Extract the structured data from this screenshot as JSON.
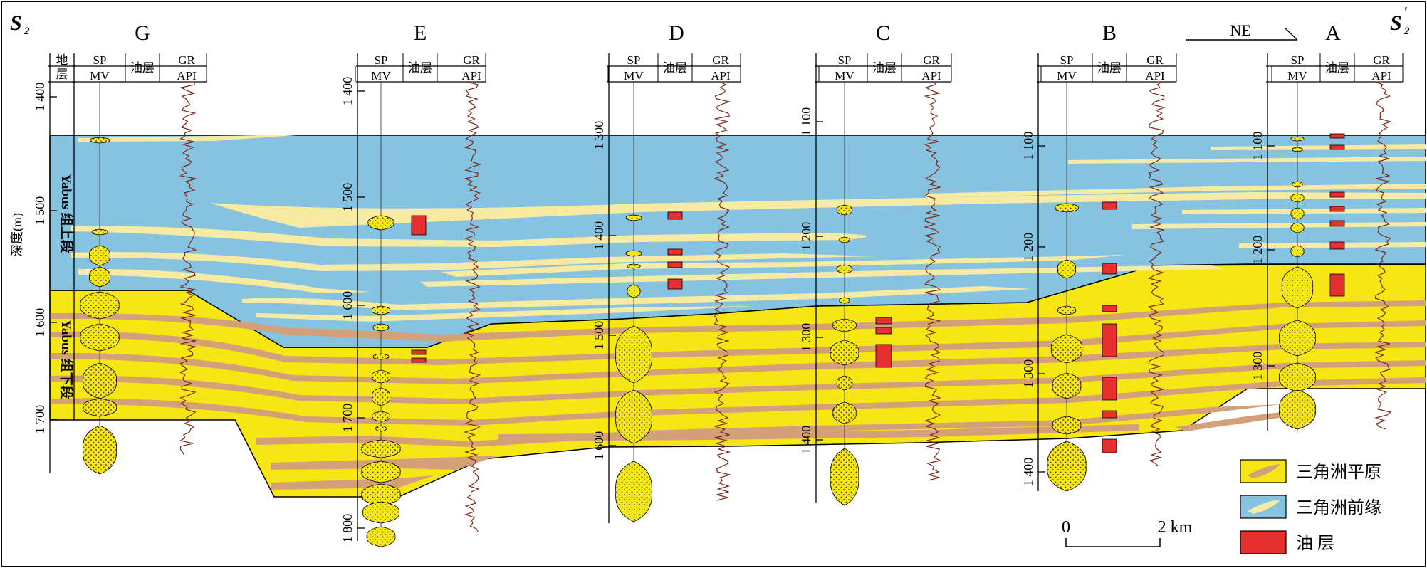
{
  "section": {
    "start_label": "S",
    "start_sub": "2",
    "end_label": "S",
    "end_sub": "2",
    "end_prime": "′",
    "direction": "NE",
    "depth_axis_label": "深度(m)"
  },
  "wells": [
    {
      "name": "G",
      "show_strata_column": true,
      "depth_ticks": [
        "1 400",
        "1 500",
        "1 600",
        "1 700"
      ]
    },
    {
      "name": "E",
      "show_strata_column": false,
      "depth_ticks": [
        "1 400",
        "1 500",
        "1 600",
        "1 700",
        "1 800"
      ]
    },
    {
      "name": "D",
      "show_strata_column": false,
      "depth_ticks": [
        "1 300",
        "1 400",
        "1 500",
        "1 600"
      ]
    },
    {
      "name": "C",
      "show_strata_column": false,
      "depth_ticks": [
        "1 100",
        "1 200",
        "1 300",
        "1 400"
      ]
    },
    {
      "name": "B",
      "show_strata_column": false,
      "depth_ticks": [
        "1 100",
        "1 200",
        "1 300",
        "1 400"
      ]
    },
    {
      "name": "A",
      "show_strata_column": false,
      "depth_ticks": [
        "1 100",
        "1 200",
        "1 300"
      ]
    }
  ],
  "headers": {
    "strata": "地层",
    "sp": "SP",
    "mv": "MV",
    "oil": "油层",
    "gr": "GR",
    "api": "API"
  },
  "formations": {
    "upper": "Yabus 组上段",
    "lower": "Yabus 组下段"
  },
  "scale": {
    "zero": "0",
    "dist": "2 km"
  },
  "legend": [
    {
      "label": "三角洲平原",
      "color": "#f6e614",
      "accent": "#d4a079"
    },
    {
      "label": "三角洲前缘",
      "color": "#86c3e1",
      "accent": "#f7eba3"
    },
    {
      "label": "油 层",
      "color": "#e53030"
    }
  ]
}
